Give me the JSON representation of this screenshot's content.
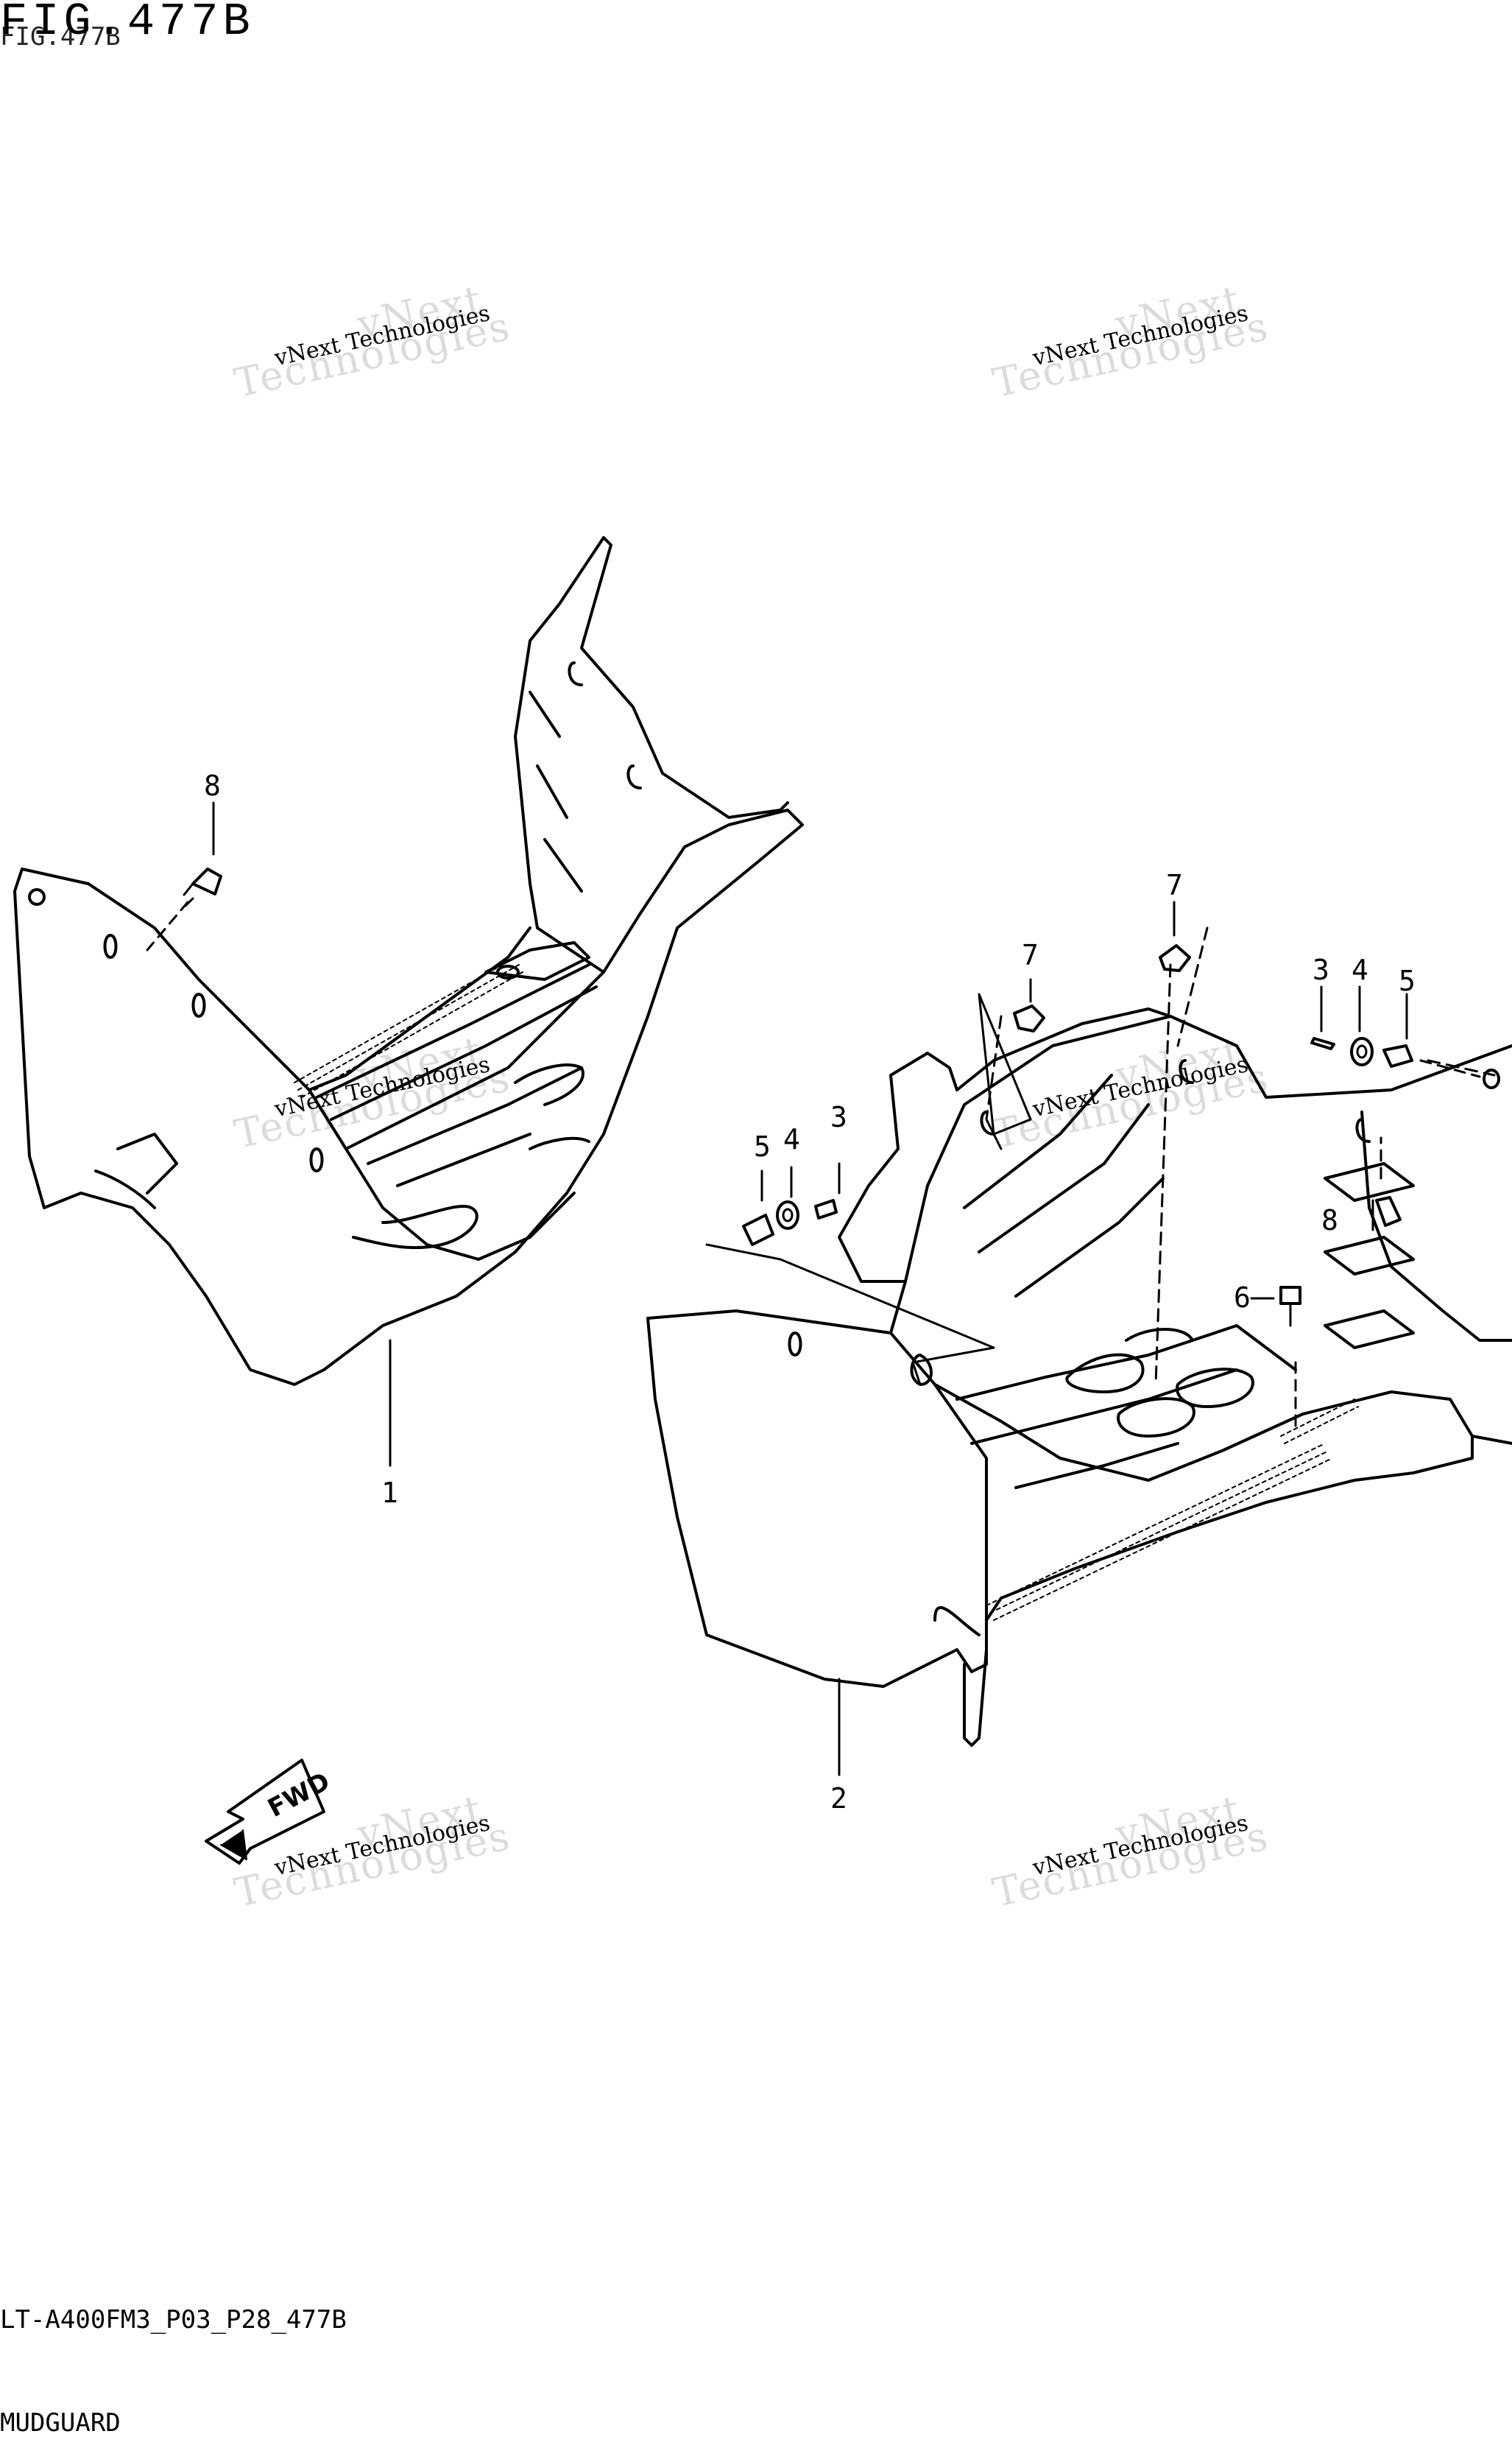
{
  "header": {
    "title": "FIG.477B",
    "subtitle": "FIG.477B"
  },
  "footer": {
    "model_code": "LT-A400FM3_P03_P28_477B",
    "section_name": "MUDGUARD"
  },
  "watermark": {
    "line1": "vNext",
    "line2": "vNext Technologies",
    "line3": "Technologies"
  },
  "fwd_label": "FWD",
  "callouts": {
    "c1": "1",
    "c2": "2",
    "c3a": "3",
    "c3b": "3",
    "c4a": "4",
    "c4b": "4",
    "c5a": "5",
    "c5b": "5",
    "c6": "6",
    "c7a": "7",
    "c7b": "7",
    "c8a": "8",
    "c8b": "8"
  }
}
